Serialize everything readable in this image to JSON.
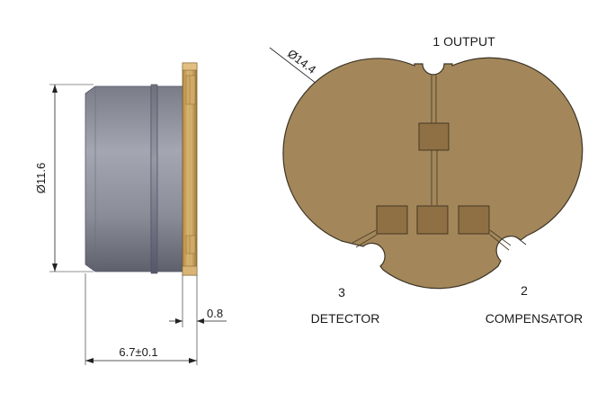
{
  "side_view": {
    "diameter_label": "Ø11.6",
    "thickness_label": "0.8",
    "length_label": "6.7±0.1"
  },
  "top_view": {
    "diameter_label": "Ø14.4",
    "pins": [
      {
        "number": "1",
        "name": "OUTPUT"
      },
      {
        "number": "2",
        "name": "COMPENSATOR"
      },
      {
        "number": "3",
        "name": "DETECTOR"
      }
    ]
  },
  "colors": {
    "body": "#8a8c97",
    "board": "#a38755",
    "pad": "#9a7a48",
    "gold": "#caa25c"
  }
}
